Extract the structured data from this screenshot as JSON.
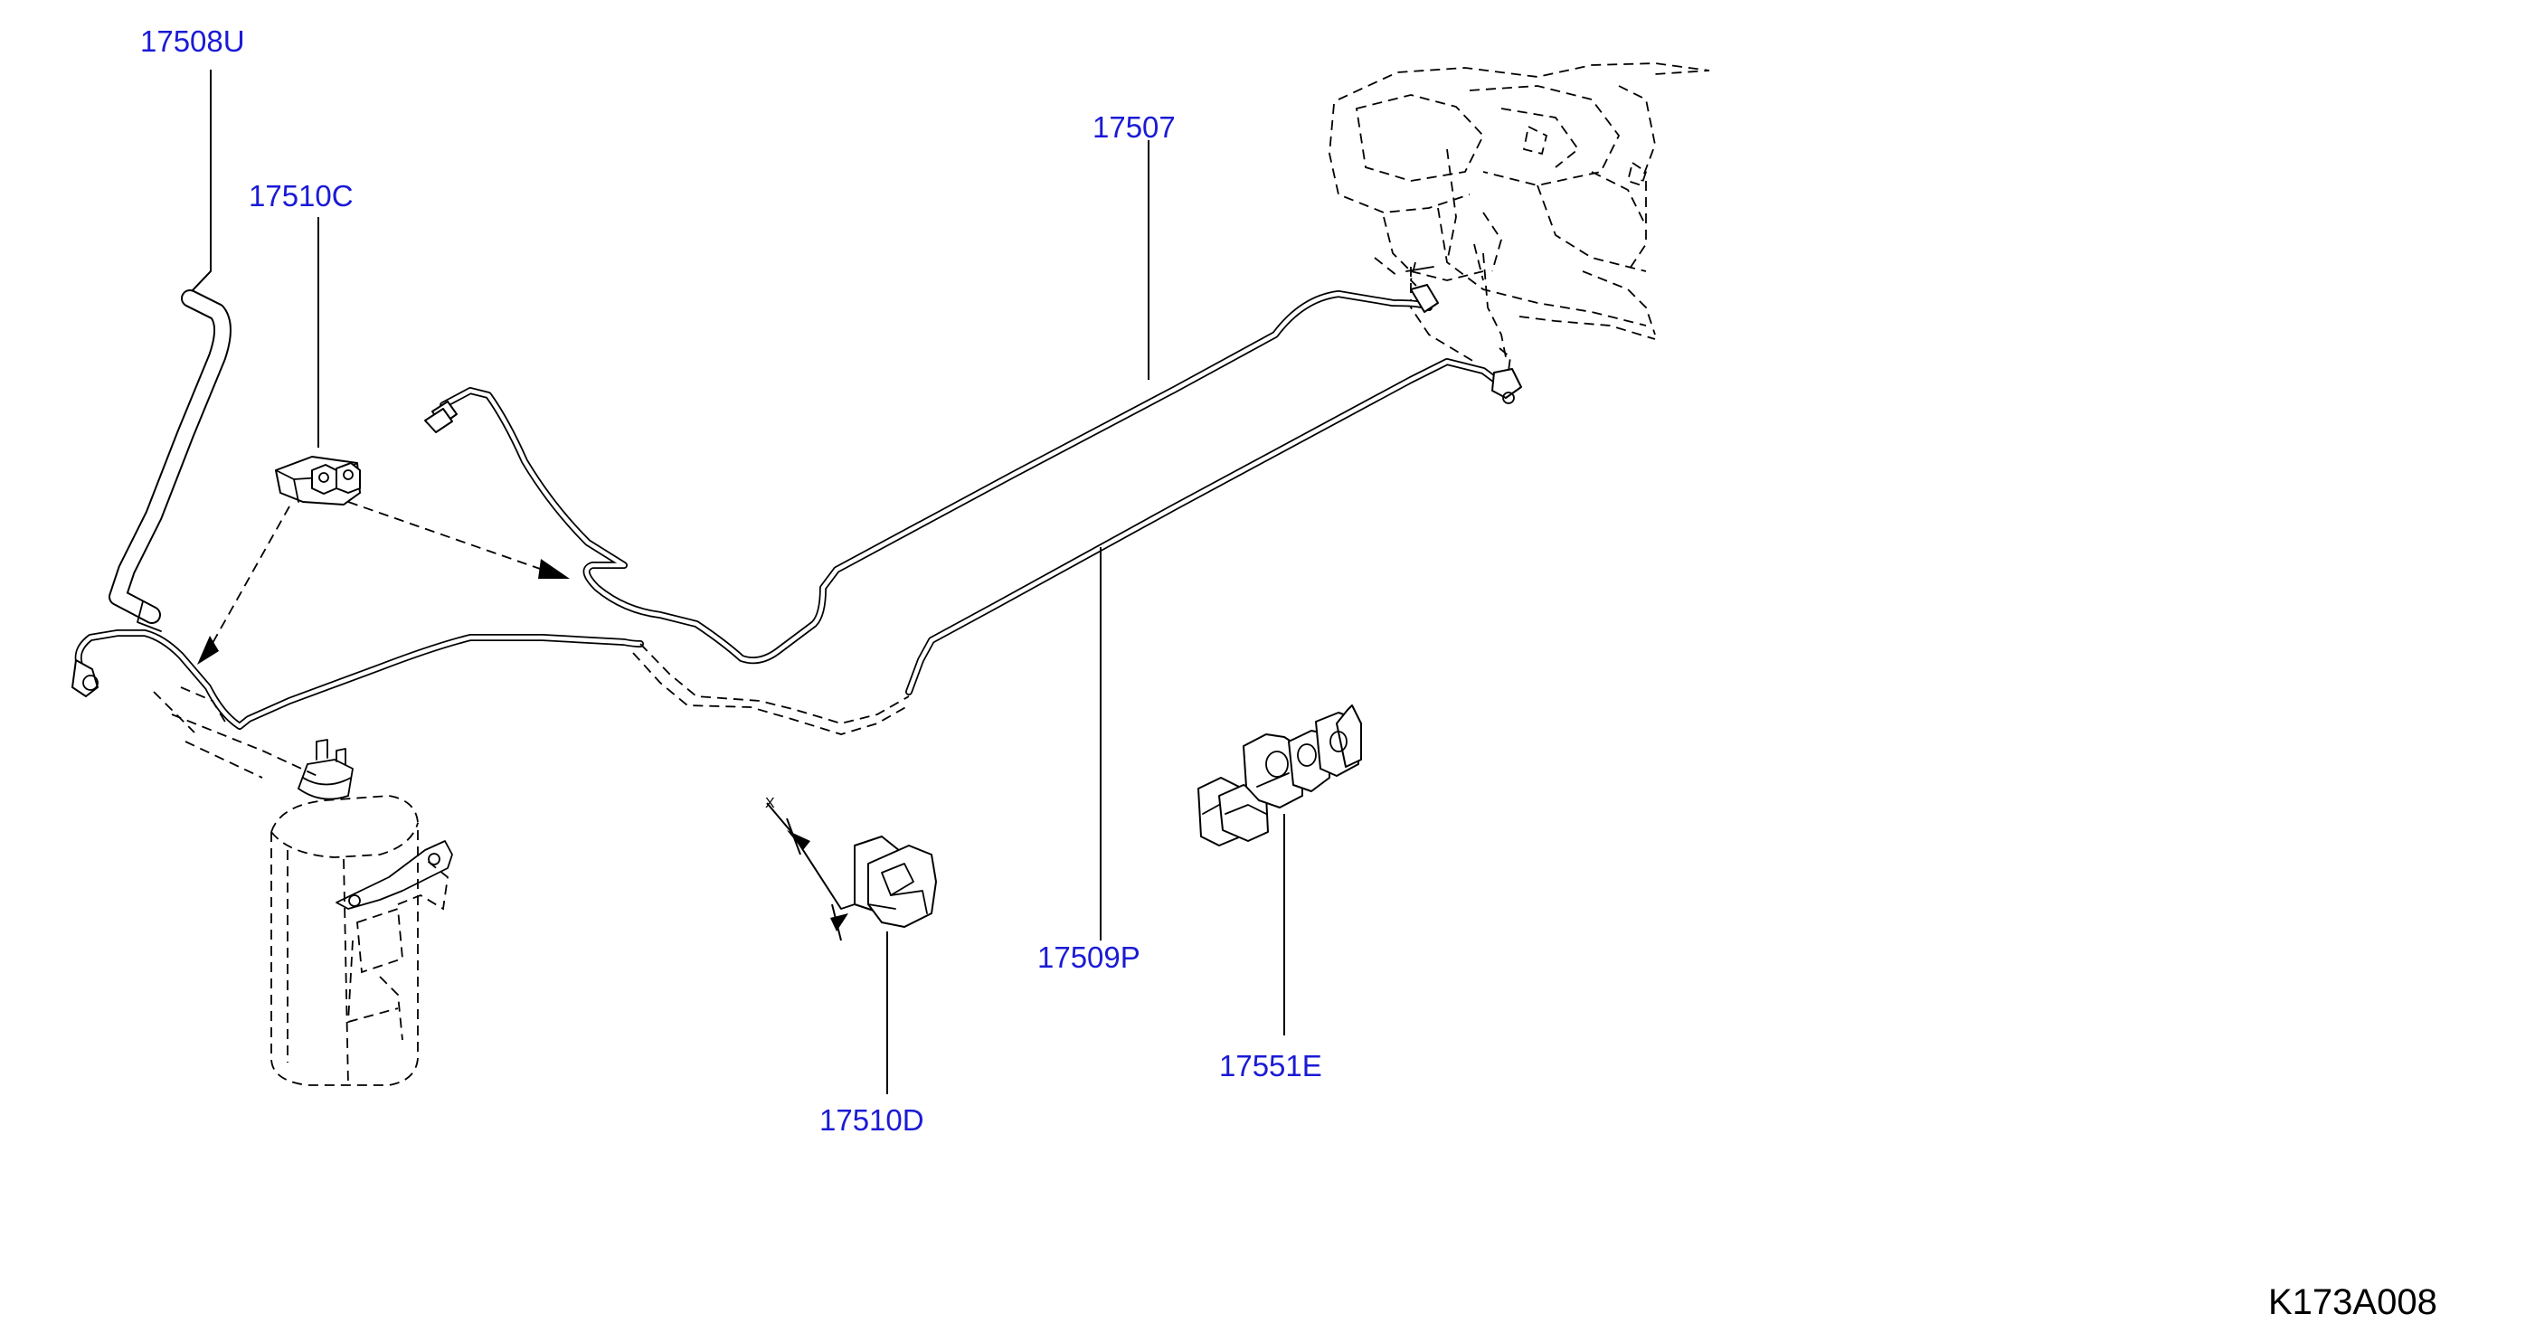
{
  "diagram": {
    "figure_code": "K173A008",
    "callouts": [
      {
        "id": "17508U",
        "label": "17508U"
      },
      {
        "id": "17510C",
        "label": "17510C"
      },
      {
        "id": "17507",
        "label": "17507"
      },
      {
        "id": "17509P",
        "label": "17509P"
      },
      {
        "id": "17551E",
        "label": "17551E"
      },
      {
        "id": "17510D",
        "label": "17510D"
      }
    ],
    "dimension_mark": "X"
  }
}
